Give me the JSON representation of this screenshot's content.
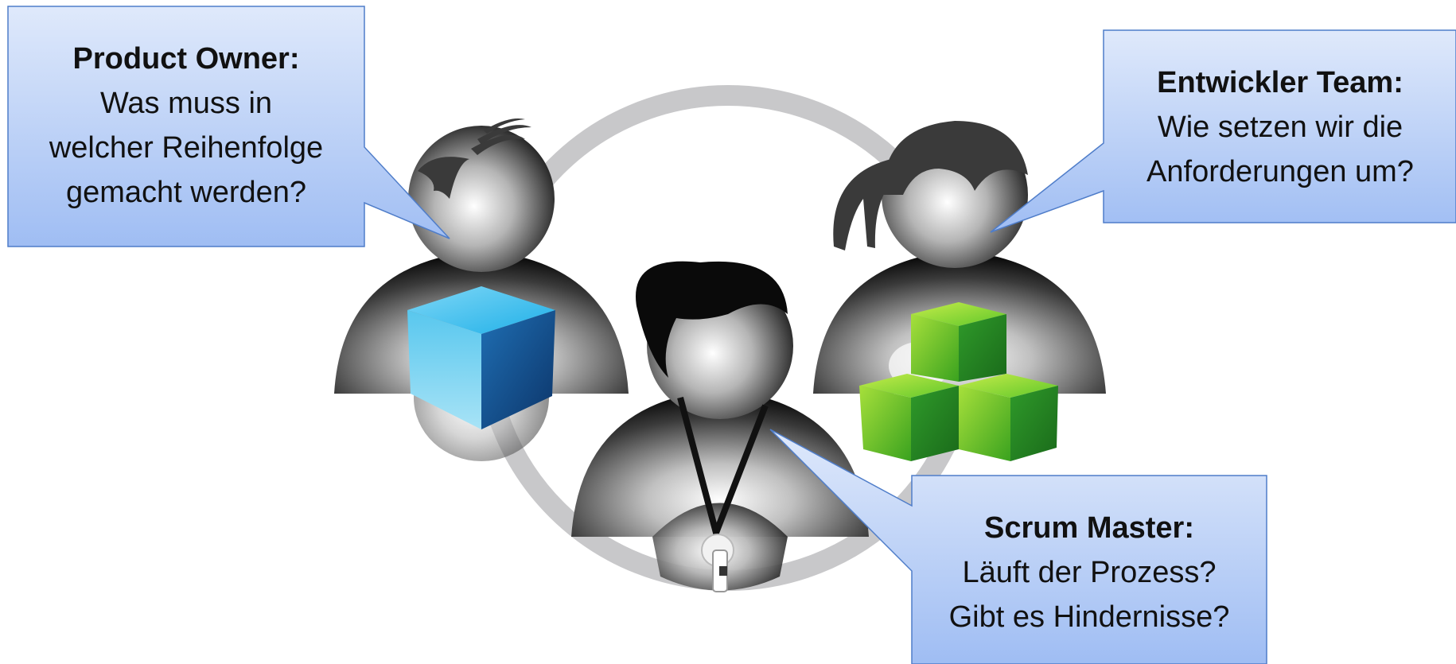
{
  "callouts": {
    "product_owner": {
      "title": "Product Owner:",
      "lines": [
        "Was muss in",
        "welcher Reihenfolge",
        "gemacht werden?"
      ]
    },
    "dev_team": {
      "title": "Entwickler Team:",
      "lines": [
        "Wie setzen wir die",
        "Anforderungen um?"
      ]
    },
    "scrum_master": {
      "title": "Scrum Master:",
      "lines": [
        "Läuft der Prozess?",
        "Gibt es Hindernisse?"
      ]
    }
  },
  "colors": {
    "ring": "#c8c8ca",
    "callout_fill_top": "#dfe9fb",
    "callout_fill_bottom": "#9fbdf3",
    "callout_border": "#4f7dc9",
    "hair": "#3a3a3a",
    "po_cube": "#2aa9e0",
    "team_cubes": "#5cc22e"
  },
  "icons": {
    "product_owner_figure": "person-icon",
    "scrum_master_figure": "person-icon",
    "dev_team_figure": "person-icon",
    "product_owner_badge": "cube-icon",
    "dev_team_badge": "cubes-stack-icon",
    "scrum_master_accessory": "whistle-icon"
  }
}
